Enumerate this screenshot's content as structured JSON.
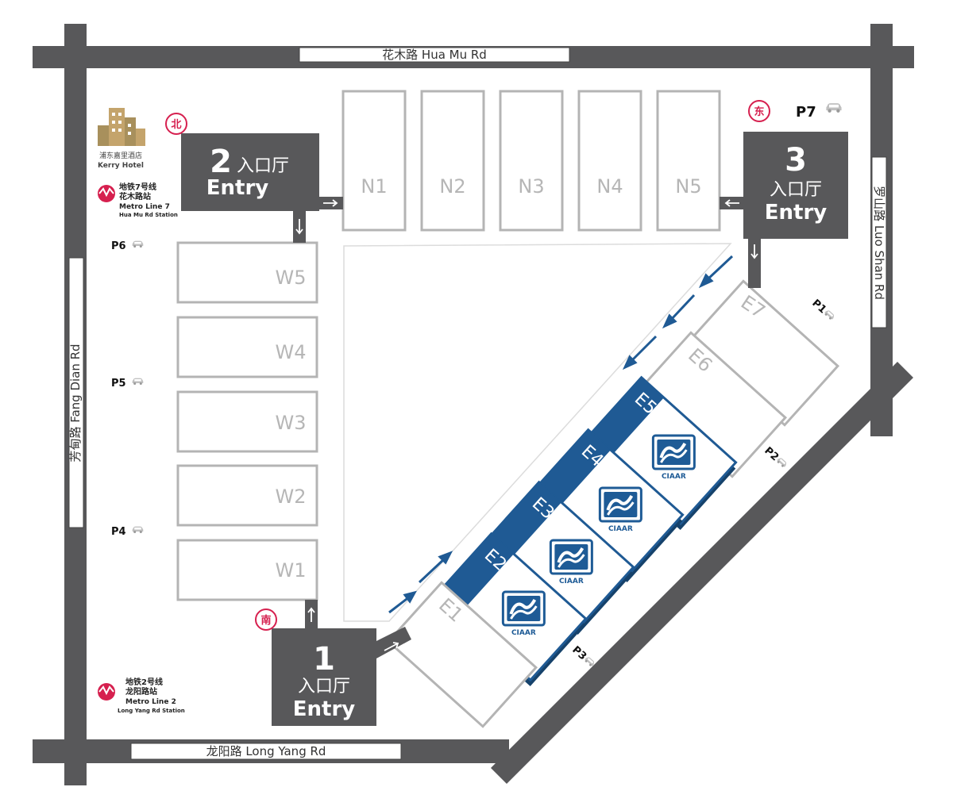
{
  "roads": {
    "north": "花木路 Hua Mu Rd",
    "south": "龙阳路 Long Yang Rd",
    "west": "芳甸路 Fang Dian Rd",
    "east": "罗山路 Luo Shan Rd"
  },
  "halls": {
    "north": [
      "N1",
      "N2",
      "N3",
      "N4",
      "N5"
    ],
    "west": [
      "W5",
      "W4",
      "W3",
      "W2",
      "W1"
    ],
    "east_gray": [
      "E7",
      "E6",
      "E1"
    ],
    "east_blue": [
      "E5",
      "E4",
      "E3",
      "E2"
    ]
  },
  "entries": {
    "entry1": {
      "num": "1",
      "cn": "入口厅",
      "en": "Entry"
    },
    "entry2": {
      "num": "2",
      "cn": "入口厅",
      "en": "Entry"
    },
    "entry3": {
      "num": "3",
      "cn": "入口厅",
      "en": "Entry"
    }
  },
  "directions": {
    "north": "北",
    "south": "南",
    "east": "东"
  },
  "parking": {
    "p1": "P1",
    "p2": "P2",
    "p3": "P3",
    "p4": "P4",
    "p5": "P5",
    "p6": "P6",
    "p7": "P7"
  },
  "hotel": {
    "cn": "浦东嘉里酒店",
    "en": "Kerry Hotel"
  },
  "metro7": {
    "line1": "地铁7号线",
    "line2": "花木路站",
    "line3": "Metro Line 7",
    "line4": "Hua Mu Rd Station"
  },
  "metro2": {
    "line1": "地铁2号线",
    "line2": "龙阳路站",
    "line3": "Metro Line 2",
    "line4": "Long Yang Rd Station"
  },
  "exhibitor_logo": "CIAAR",
  "colors": {
    "road": "#58585a",
    "entry": "#58585a",
    "hall_outline": "#b4b4b4",
    "highlight": "#1f5a94",
    "direction_mark": "#d6204f",
    "metro": "#d6204f"
  }
}
